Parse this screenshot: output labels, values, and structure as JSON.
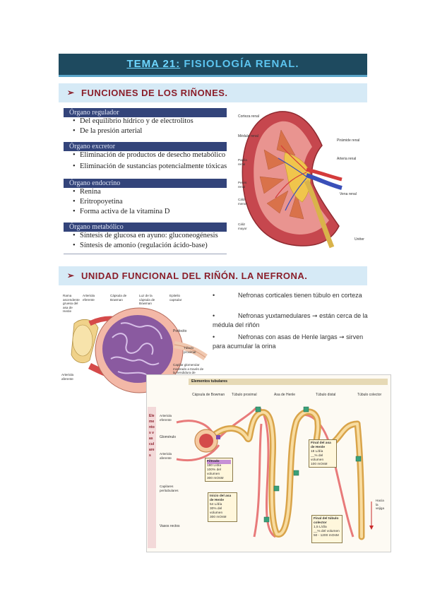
{
  "title": {
    "number": "TEMA 21:",
    "text": " FISIOLOGÍA RENAL."
  },
  "section1": {
    "arrow": "➢",
    "label": "FUNCIONES DE LOS RIÑONES."
  },
  "functions": [
    {
      "heading": "Órgano regulador",
      "items": [
        "Del equilibrio hídrico y de electrolitos",
        "De la presión arterial"
      ]
    },
    {
      "heading": "Órgano excretor",
      "items": [
        "Eliminación de productos de desecho metabólico",
        "Eliminación de sustancias potencialmente tóxicas"
      ]
    },
    {
      "heading": "Órgano endocrino",
      "items": [
        "Renina",
        "Eritropoyetina",
        "Forma activa de la vitamina D"
      ]
    },
    {
      "heading": "Órgano metabólico",
      "items": [
        "Síntesis de glucosa en ayuno: gluconeogénesis",
        "Síntesis de amonio (regulación ácido-base)"
      ]
    }
  ],
  "kidney_labels": {
    "corteza": "Corteza renal",
    "piramide": "Pirámide renal",
    "medula": "Médula renal",
    "arteria": "Arteria renal",
    "papila": "Papila renal",
    "pelvis": "Pelvis renal",
    "vena": "Vena renal",
    "caliz_menor": "Cáliz menor",
    "caliz_mayor": "Cáliz mayor",
    "ureter": "Uréter"
  },
  "section2": {
    "arrow": "➢",
    "label": "UNIDAD FUNCIONAL DEL RIÑÓN. LA NEFRONA."
  },
  "nephron_bullets": [
    "Nefronas corticales tienen túbulo en corteza",
    "Nefronas yuxtamedulares ➞ están cerca de la médula del riñón",
    "Nefronas con asas de Henle largas ➞ sirven para acumular la orina"
  ],
  "glom_labels": {
    "rama": "Rama ascendente gruesa del asa de Henle",
    "aferente_top": "Arteriola eferente",
    "capsula": "Cápsula de Bowman",
    "luz": "Luz de la cápsula de Bowman",
    "epitelio": "Epitelio capsular",
    "podocito": "Podocito",
    "tubulo": "Túbulo proximal",
    "capilar": "Capilar glomerular mostrado a través de la hendidura de filtración",
    "aferente": "Arteriola aferente"
  },
  "tubule": {
    "header": "Elementos tubulares",
    "cols": [
      "Cápsula de Bowman",
      "Túbulo proximal",
      "Asa de Henle",
      "Túbulo distal",
      "Túbulo colector"
    ],
    "vertical": "Elementos vasculares",
    "left_labels": [
      "Arteriola eferente",
      "Glomérulo",
      "Arteriola aferente",
      "Capilares peritubulares",
      "Vasos rectos"
    ],
    "filtrado": {
      "title": "Filtrado",
      "lines": [
        "180 L/día",
        "100% del volumen",
        "300 mOsM"
      ]
    },
    "inicio": {
      "title": "Inicio del asa de Henle",
      "lines": [
        "54 L/día",
        "30% del volumen",
        "300 mOsM"
      ]
    },
    "final_asa": {
      "title": "Final del asa de Henle",
      "lines": [
        "18 L/día",
        "__% del volumen",
        "100 mOsM"
      ]
    },
    "final_col": {
      "title": "Final del túbulo colector",
      "lines": [
        "1,5 L/día",
        "__% del volumen",
        "50 - 1200 mOsM"
      ]
    },
    "right_label": "Hacia la vejiga"
  }
}
